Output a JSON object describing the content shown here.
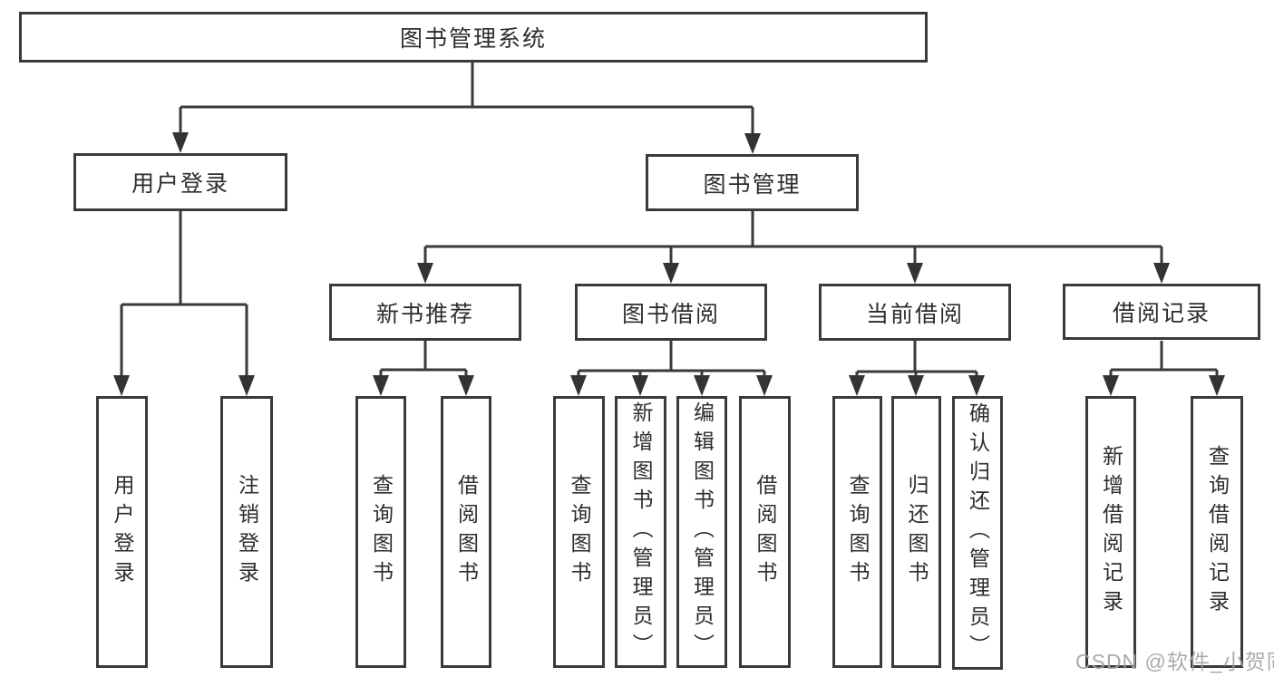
{
  "diagram": {
    "root": {
      "label": "图书管理系统"
    },
    "level2": [
      {
        "label": "用户登录"
      },
      {
        "label": "图书管理"
      }
    ],
    "level3": [
      {
        "label": "新书推荐",
        "parent": "图书管理"
      },
      {
        "label": "图书借阅",
        "parent": "图书管理"
      },
      {
        "label": "当前借阅",
        "parent": "图书管理"
      },
      {
        "label": "借阅记录",
        "parent": "图书管理"
      }
    ],
    "leaves": [
      {
        "label": "用户登录",
        "parent": "用户登录"
      },
      {
        "label": "注销登录",
        "parent": "用户登录"
      },
      {
        "label": "查询图书",
        "parent": "新书推荐"
      },
      {
        "label": "借阅图书",
        "parent": "新书推荐"
      },
      {
        "label": "查询图书",
        "parent": "图书借阅"
      },
      {
        "label": "新增图书（管理员）",
        "parent": "图书借阅"
      },
      {
        "label": "编辑图书（管理员）",
        "parent": "图书借阅"
      },
      {
        "label": "借阅图书",
        "parent": "图书借阅"
      },
      {
        "label": "查询图书",
        "parent": "当前借阅"
      },
      {
        "label": "归还图书",
        "parent": "当前借阅"
      },
      {
        "label": "确认归还（管理员）",
        "parent": "当前借阅"
      },
      {
        "label": "新增借阅记录",
        "parent": "借阅记录"
      },
      {
        "label": "查询借阅记录",
        "parent": "借阅记录"
      }
    ]
  },
  "watermark": {
    "text": "CSDN @软件_小贺同学"
  },
  "colors": {
    "box_border": "#3a3a3a",
    "connector": "#3a3a3a",
    "text": "#2d2d2d",
    "background": "#ffffff",
    "watermark": "#a4a4a4"
  }
}
